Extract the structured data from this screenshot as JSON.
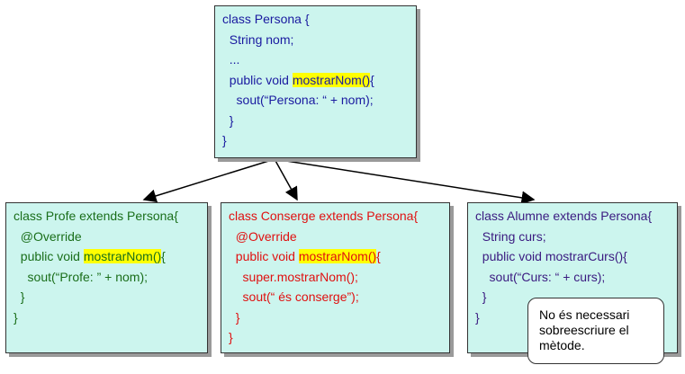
{
  "persona": {
    "lines": [
      "class Persona {",
      "  String nom;",
      "  ...",
      "  public void ",
      "    sout(“Persona: “ + nom);",
      "  }",
      "}"
    ],
    "method": "mostrarNom()",
    "brace": "{"
  },
  "profe": {
    "lines": [
      "class Profe extends Persona{",
      "  @Override",
      "  public void ",
      "    sout(“Profe: ” + nom);",
      "  }",
      "}"
    ],
    "method": "mostrarNom()",
    "brace": "{"
  },
  "conserge": {
    "lines": [
      "class Conserge extends Persona{",
      "  @Override",
      "  public void ",
      "    super.mostrarNom();",
      "    sout(“ és conserge”);",
      "  }",
      "}"
    ],
    "method": "mostrarNom()",
    "brace": "{"
  },
  "alumne": {
    "lines": [
      "class Alumne extends Persona{",
      "  String curs;",
      "  public void mostrarCurs(){",
      "    sout(“Curs: “ + curs);",
      "  }",
      "}"
    ]
  },
  "note": {
    "lines": [
      "No és necessari",
      "sobreescriure el",
      "mètode."
    ]
  }
}
